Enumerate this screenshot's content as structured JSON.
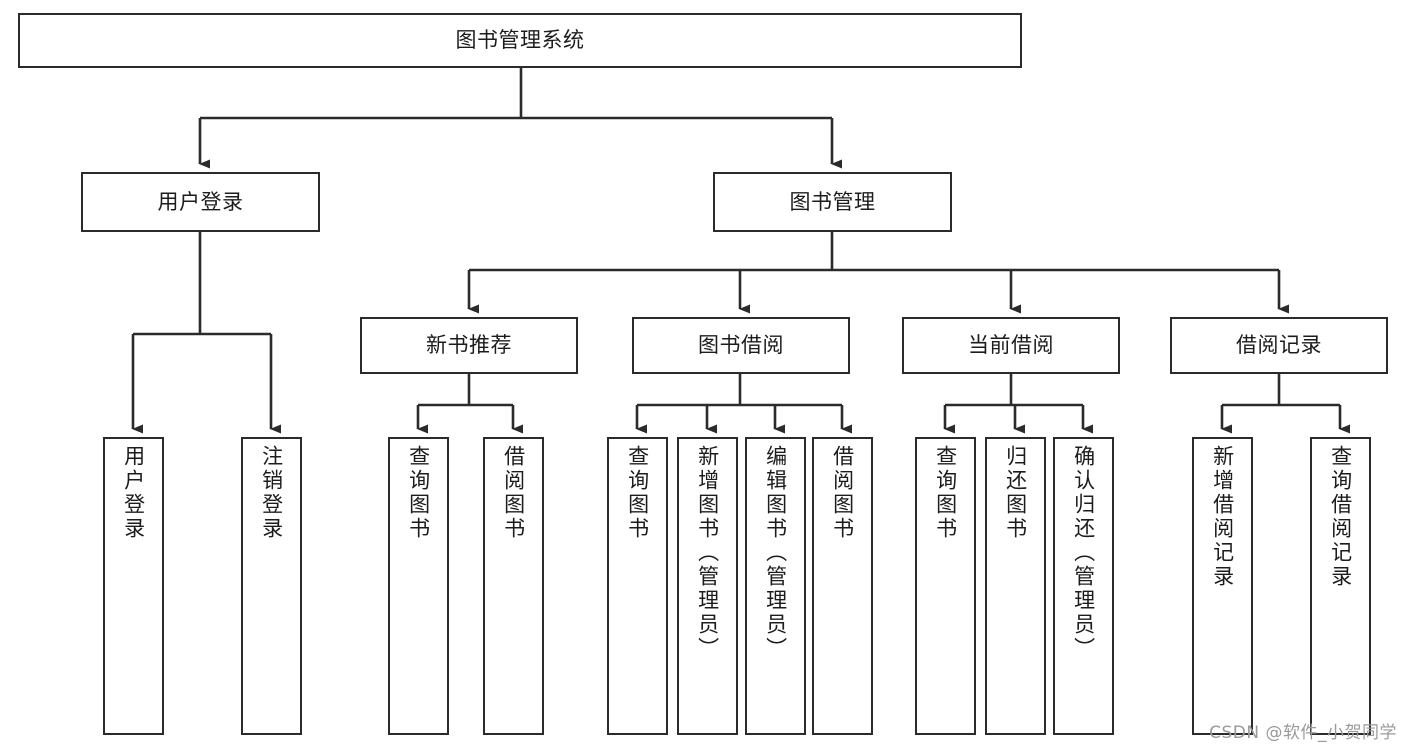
{
  "title": "图书管理系统",
  "watermark": "CSDN @软件_小贺同学",
  "colors": {
    "background": "#ffffff",
    "box_border": "#2b2b2b",
    "box_fill": "#ffffff",
    "edge": "#2b2b2b",
    "text": "#1c1c1c",
    "watermark": "#9a9a9a"
  },
  "chart_data": {
    "type": "tree-diagram",
    "title": "图书管理系统",
    "orientation": "top-down",
    "levels": 4,
    "nodes": [
      {
        "id": "root",
        "label": "图书管理系统",
        "level": 0,
        "parent": null
      },
      {
        "id": "login",
        "label": "用户登录",
        "level": 1,
        "parent": "root"
      },
      {
        "id": "bookmgmt",
        "label": "图书管理",
        "level": 1,
        "parent": "root"
      },
      {
        "id": "newbook",
        "label": "新书推荐",
        "level": 2,
        "parent": "bookmgmt"
      },
      {
        "id": "borrow",
        "label": "图书借阅",
        "level": 2,
        "parent": "bookmgmt"
      },
      {
        "id": "current",
        "label": "当前借阅",
        "level": 2,
        "parent": "bookmgmt"
      },
      {
        "id": "record",
        "label": "借阅记录",
        "level": 2,
        "parent": "bookmgmt"
      },
      {
        "id": "leaf1",
        "label": "用户登录",
        "level": 2,
        "parent": "login"
      },
      {
        "id": "leaf2",
        "label": "注销登录",
        "level": 2,
        "parent": "login"
      },
      {
        "id": "leaf3",
        "label": "查询图书",
        "level": 3,
        "parent": "newbook"
      },
      {
        "id": "leaf4",
        "label": "借阅图书",
        "level": 3,
        "parent": "newbook"
      },
      {
        "id": "leaf5",
        "label": "查询图书",
        "level": 3,
        "parent": "borrow"
      },
      {
        "id": "leaf6",
        "label": "新增图书（管理员）",
        "level": 3,
        "parent": "borrow"
      },
      {
        "id": "leaf7",
        "label": "编辑图书（管理员）",
        "level": 3,
        "parent": "borrow"
      },
      {
        "id": "leaf8",
        "label": "借阅图书",
        "level": 3,
        "parent": "borrow"
      },
      {
        "id": "leaf9",
        "label": "查询图书",
        "level": 3,
        "parent": "current"
      },
      {
        "id": "leaf10",
        "label": "归还图书",
        "level": 3,
        "parent": "current"
      },
      {
        "id": "leaf11",
        "label": "确认归还（管理员）",
        "level": 3,
        "parent": "current"
      },
      {
        "id": "leaf12",
        "label": "新增借阅记录",
        "level": 3,
        "parent": "record"
      },
      {
        "id": "leaf13",
        "label": "查询借阅记录",
        "level": 3,
        "parent": "record"
      }
    ]
  },
  "nodes": {
    "root": {
      "label": "图书管理系统"
    },
    "login": {
      "label": "用户登录"
    },
    "bookmgmt": {
      "label": "图书管理"
    },
    "newbook": {
      "label": "新书推荐"
    },
    "borrow": {
      "label": "图书借阅"
    },
    "current": {
      "label": "当前借阅"
    },
    "record": {
      "label": "借阅记录"
    },
    "leaf1": {
      "label": "用户登录"
    },
    "leaf2": {
      "label": "注销登录"
    },
    "leaf3": {
      "label": "查询图书"
    },
    "leaf4": {
      "label": "借阅图书"
    },
    "leaf5": {
      "label": "查询图书"
    },
    "leaf6": {
      "label": "新增图书（管理员）"
    },
    "leaf7": {
      "label": "编辑图书（管理员）"
    },
    "leaf8": {
      "label": "借阅图书"
    },
    "leaf9": {
      "label": "查询图书"
    },
    "leaf10": {
      "label": "归还图书"
    },
    "leaf11": {
      "label": "确认归还（管理员）"
    },
    "leaf12": {
      "label": "新增借阅记录"
    },
    "leaf13": {
      "label": "查询借阅记录"
    }
  }
}
